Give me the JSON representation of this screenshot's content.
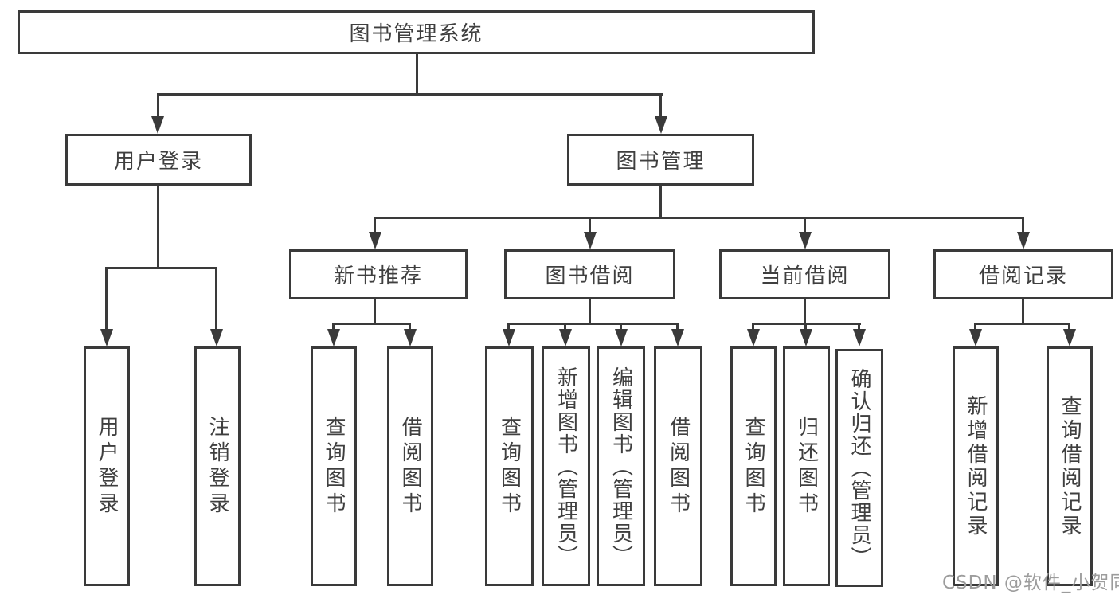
{
  "nodes": {
    "root": "图书管理系统",
    "userLogin": "用户登录",
    "bookManagement": "图书管理",
    "newBookRecommend": "新书推荐",
    "bookBorrow": "图书借阅",
    "currentBorrow": "当前借阅",
    "borrowRecords": "借阅记录"
  },
  "leaves": {
    "login": [
      "用户登录",
      "注销登录"
    ],
    "recommend": [
      "查询图书",
      "借阅图书"
    ],
    "borrow": [
      "查询图书",
      "新增图书（管理员）",
      "编辑图书（管理员）",
      "借阅图书"
    ],
    "current": [
      "查询图书",
      "归还图书",
      "确认归还（管理员）"
    ],
    "records": [
      "新增借阅记录",
      "查询借阅记录"
    ]
  },
  "watermark": "CSDN @软件_小贺同学",
  "colors": {
    "line": "#3a3a3a",
    "text": "#3f3f3f",
    "background": "#ffffff",
    "watermark": "#9c9c9c"
  }
}
